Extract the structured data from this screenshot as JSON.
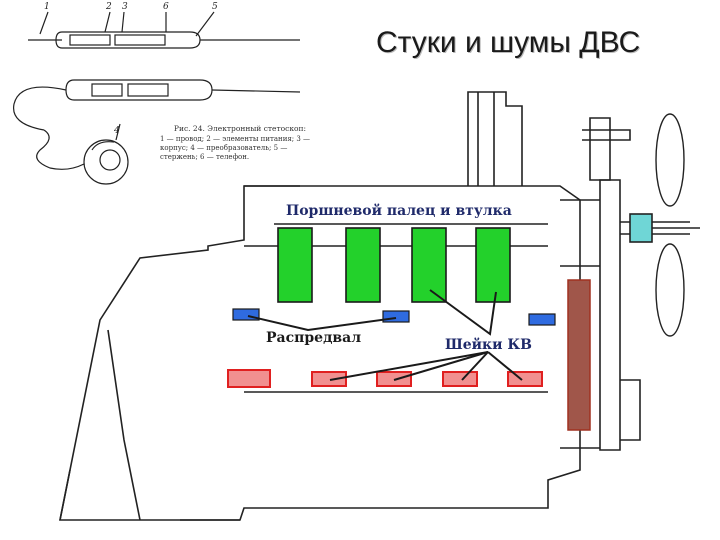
{
  "slide_title": "Стуки и шумы ДВС",
  "figure_caption": {
    "title": "Рис. 24. Электронный стетоскоп:",
    "legend": "1 — провод; 2 — элементы питания; 3 — корпус; 4 — преобразователь; 5 — стержень; 6 — телефон."
  },
  "probe_numbers": [
    "1",
    "2",
    "3",
    "4",
    "5",
    "6"
  ],
  "labels": {
    "piston_pin": "Поршневой палец и втулка",
    "camshaft": "Распредвал",
    "crank_journals": "Шейки КВ"
  },
  "colors": {
    "piston_fill": "#23d12b",
    "camshaft_fill": "#2f6be0",
    "journal_fill": "#f19090",
    "journal_stroke": "#e02020",
    "pulley_fill": "#a0564a",
    "sensor_fill": "#6fd6d6",
    "label_color": "#1f2a6a"
  }
}
